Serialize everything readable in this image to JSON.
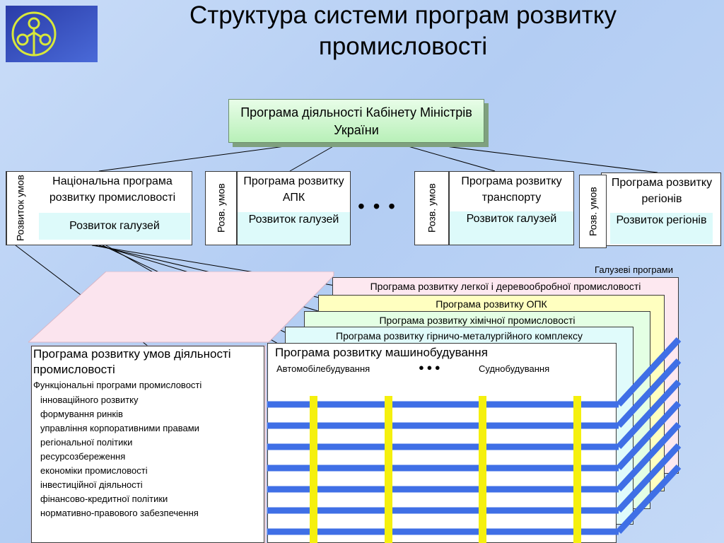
{
  "title": "Структура системи програм розвитку промисловості",
  "logo": "logo-icon",
  "cabinet": "Програма діяльності Кабінету Міністрів України",
  "programs": [
    {
      "side": "Розвиток умов",
      "title": "Національна програма розвитку промисловості",
      "sub": "Розвиток галузей"
    },
    {
      "side": "Розв. умов",
      "title": "Програма розвитку АПК",
      "sub": "Розвиток галузей"
    },
    {
      "side": "Розв. умов",
      "title": "Програма розвитку транспорту",
      "sub": "Розвиток галузей"
    },
    {
      "side": "Розв. умов",
      "title": "Програма розвитку регіонів",
      "sub": "Розвиток регіонів"
    }
  ],
  "ellipsis": "• • •",
  "branch_label": "Галузеві програми",
  "branch_programs": [
    "Програма розвитку легкої і деревообробної промисловості",
    "Програма розвитку ОПК",
    "Програма розвитку хімічної промисловості",
    "Програма розвитку гірничо-металургійного комплексу"
  ],
  "machine": {
    "title": "Програма розвитку машинобудування",
    "left": "Автомобілебудування",
    "dots": "●   ●   ●",
    "right": "Суднобудування"
  },
  "conditions": {
    "title": "Програма розвитку умов діяльності промисловості",
    "subtitle": "Функціональні програми промисловості",
    "items": [
      "інноваційного розвитку",
      "формування ринків",
      "управління корпоративними правами",
      "регіональної політики",
      "ресурсозбереження",
      "економіки промисловості",
      "інвестиційної діяльності",
      "фінансово-кредитної політики",
      "нормативно-правового забезпечення"
    ]
  },
  "colors": {
    "background": "#c4d9f7",
    "stack_fill_1": "#fde8f0",
    "stack_fill_2": "#ffffc0",
    "stack_fill_3": "#e4ffe4",
    "stack_fill_4": "#e0fbfb",
    "blue_bar": "#3f6fe6",
    "yellow_bar": "#f5f00e"
  }
}
